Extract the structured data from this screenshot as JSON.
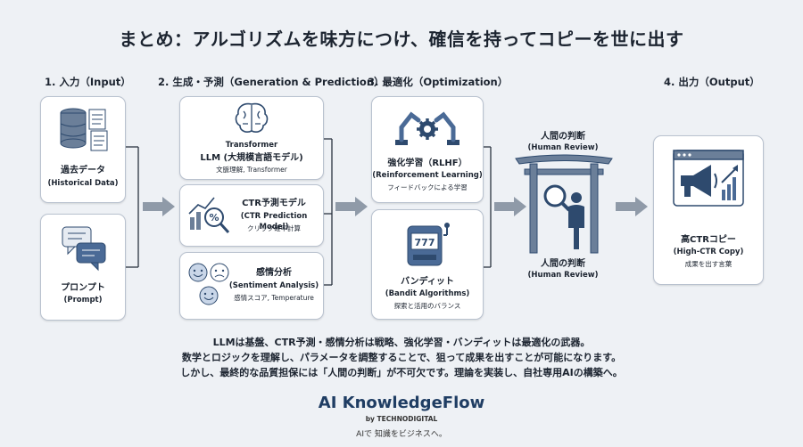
{
  "title": "まとめ：アルゴリズムを味方につけ、確信を持ってコピーを世に出す",
  "columns": {
    "input": "1. 入力（Input）",
    "generation": "2. 生成・予測（Generation & Prediction）",
    "optimization": "3. 最適化（Optimization）",
    "output": "4. 出力（Output）"
  },
  "input_cards": {
    "historical": {
      "label": "過去データ",
      "sub": "(Historical Data)",
      "icon": "database-documents-icon"
    },
    "prompt": {
      "label": "プロンプト",
      "sub": "(Prompt)",
      "icon": "chat-bubbles-icon"
    }
  },
  "generation_cards": {
    "llm": {
      "top": "Transformer",
      "label": "LLM (大規模言語モデル)",
      "note": "文脈理解, Transformer",
      "icon": "brain-circuit-icon"
    },
    "ctr": {
      "label": "CTR予測モデル",
      "sub": "(CTR Prediction Model)",
      "note": "クリック確率計算",
      "icon": "chart-magnifier-icon"
    },
    "sentiment": {
      "label": "感情分析",
      "sub": "(Sentiment Analysis)",
      "note": "感情スコア, Temperature",
      "icon": "emotion-faces-icon"
    }
  },
  "optimization_cards": {
    "rlhf": {
      "label": "強化学習（RLHF）",
      "sub": "(Reinforcement Learning)",
      "note": "フィードバックによる学習",
      "icon": "robot-arms-gear-icon"
    },
    "bandit": {
      "label": "バンディット",
      "sub": "(Bandit Algorithms)",
      "note": "探索と活用のバランス",
      "icon": "slot-machine-icon"
    }
  },
  "review": {
    "top_label": "人間の判断",
    "top_sub": "(Human Review)",
    "bottom_label": "人間の判断",
    "bottom_sub": "(Human Review)",
    "icon": "torii-gate-reviewer-icon"
  },
  "output_card": {
    "label": "高CTRコピー",
    "sub": "(High-CTR Copy)",
    "note": "成果を出す言葉",
    "icon": "megaphone-growth-icon"
  },
  "summary": [
    "LLMは基盤、CTR予測・感情分析は戦略、強化学習・バンディットは最適化の武器。",
    "数学とロジックを理解し、パラメータを調整することで、狙って成果を出すことが可能になります。",
    "しかし、最終的な品質担保には「人間の判断」が不可欠です。理論を実装し、自社専用AIの構築へ。"
  ],
  "brand": {
    "name": "AI KnowledgeFlow",
    "by": "by TECHNODIGITAL",
    "tagline": "AIで 知識をビジネスへ。"
  },
  "colors": {
    "navy": "#2e4a6e",
    "steel": "#6b7f99",
    "arrow": "#8f9aa8",
    "background": "#eef1f5"
  }
}
